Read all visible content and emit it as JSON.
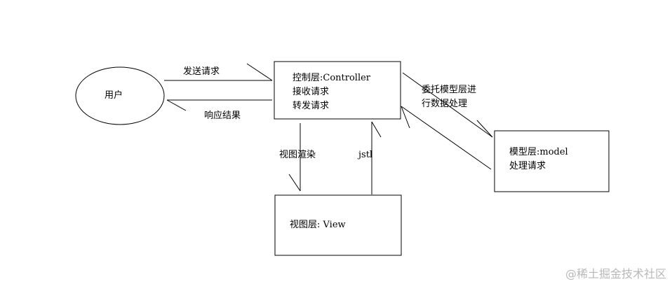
{
  "user": {
    "label": "用户"
  },
  "controller": {
    "line1": "控制层:Controller",
    "line2": "接收请求",
    "line3": "转发请求"
  },
  "model": {
    "line1": "模型层:model",
    "line2": "处理请求"
  },
  "view": {
    "line1": "视图层: View"
  },
  "edges": {
    "send_request": "发送请求",
    "response_result": "响应结果",
    "delegate_model": [
      "委托模型层进",
      "行数据处理"
    ],
    "view_render": "视图渲染",
    "jstl": "jstl"
  },
  "watermark": "@稀土掘金技术社区"
}
